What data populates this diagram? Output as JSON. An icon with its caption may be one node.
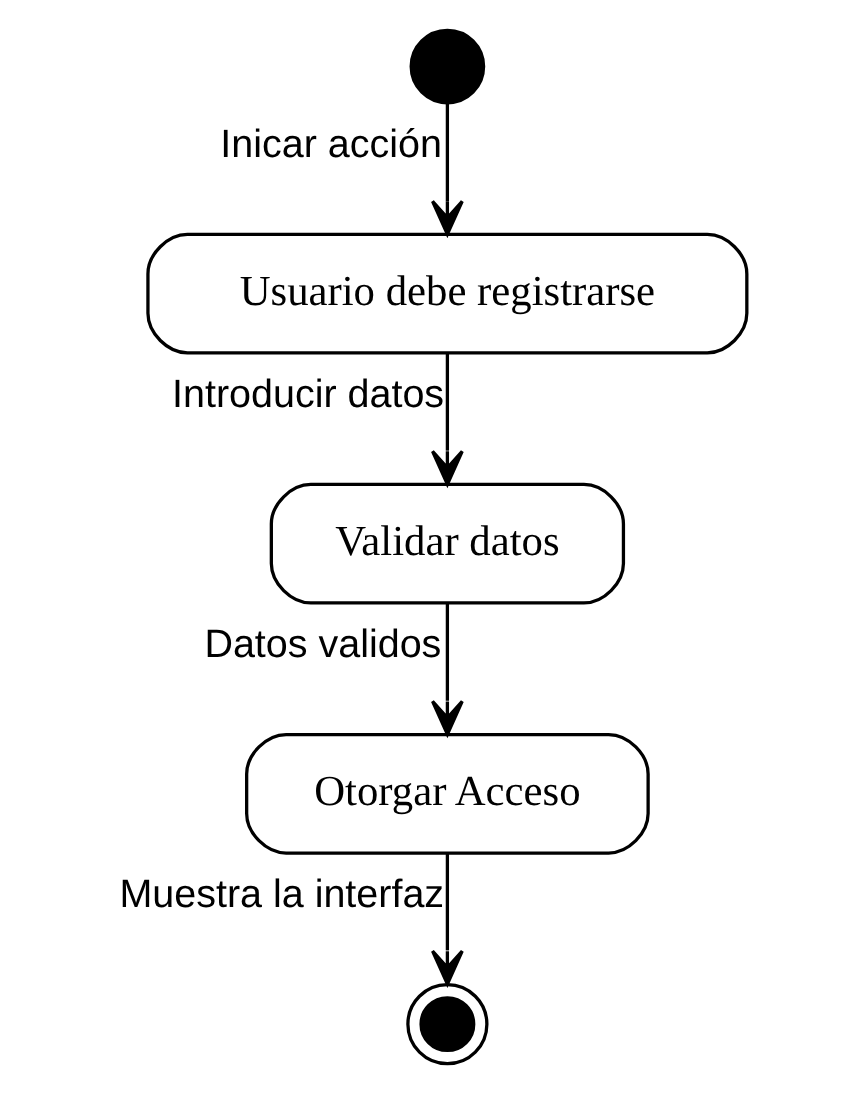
{
  "diagram": {
    "nodes": [
      {
        "text": [],
        "shape": "circle"
      },
      {
        "text": [
          "Usuario debe registrarse"
        ]
      },
      {
        "text": [
          "Validar datos"
        ]
      },
      {
        "text": [
          "Otorgar Acceso"
        ]
      },
      {
        "text": [],
        "shape": "circle"
      }
    ],
    "edges": [
      {
        "from": 0,
        "to": 1,
        "arrow": "to",
        "label": "Inicar acción"
      },
      {
        "from": 1,
        "to": 2,
        "arrow": "to",
        "label": "Introducir datos"
      },
      {
        "from": 2,
        "to": 3,
        "arrow": "to",
        "label": "Datos validos"
      },
      {
        "from": 3,
        "to": 4,
        "arrow": "to",
        "label": "Muestra la interfaz"
      }
    ]
  }
}
